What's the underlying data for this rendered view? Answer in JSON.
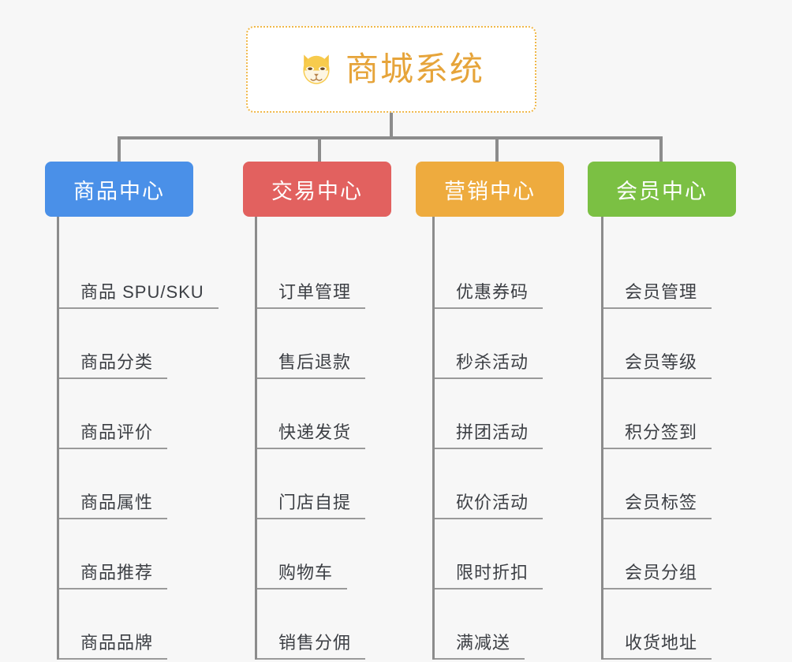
{
  "root": {
    "title": "商城系统",
    "icon": "dog-face-emoji",
    "border_color": "#f0b849",
    "text_color": "#e6a43a",
    "background": "#ffffff"
  },
  "canvas": {
    "background": "#f7f7f7",
    "connector_color": "#8c8c8c"
  },
  "columns": [
    {
      "title": "商品中心",
      "color": "#4a90e8",
      "leaves": [
        "商品 SPU/SKU",
        "商品分类",
        "商品评价",
        "商品属性",
        "商品推荐",
        "商品品牌"
      ]
    },
    {
      "title": "交易中心",
      "color": "#e2615f",
      "leaves": [
        "订单管理",
        "售后退款",
        "快递发货",
        "门店自提",
        "购物车",
        "销售分佣"
      ]
    },
    {
      "title": "营销中心",
      "color": "#eeab3e",
      "leaves": [
        "优惠券码",
        "秒杀活动",
        "拼团活动",
        "砍价活动",
        "限时折扣",
        "满减送"
      ]
    },
    {
      "title": "会员中心",
      "color": "#7bc043",
      "leaves": [
        "会员管理",
        "会员等级",
        "积分签到",
        "会员标签",
        "会员分组",
        "收货地址"
      ]
    }
  ]
}
